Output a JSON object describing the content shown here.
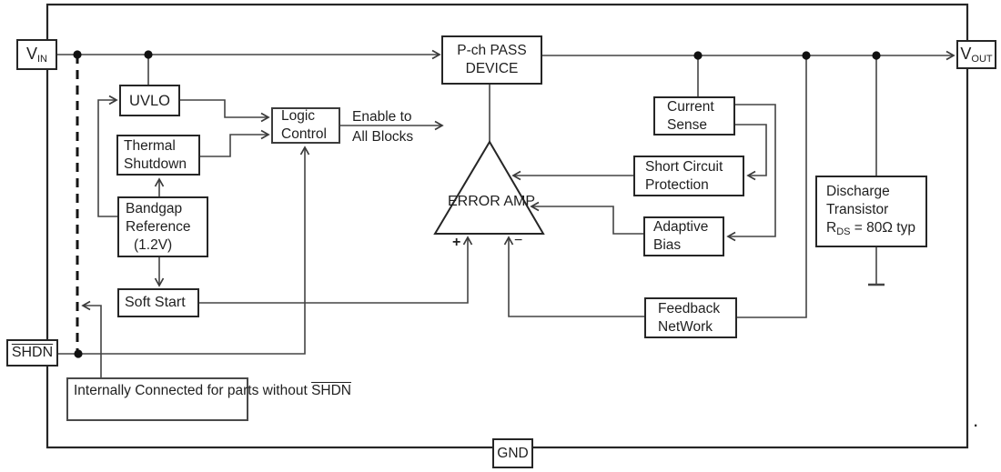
{
  "pins": {
    "vin": {
      "main": "V",
      "sub": "IN"
    },
    "vout": {
      "main": "V",
      "sub": "OUT"
    },
    "shdn": {
      "label": "SHDN"
    },
    "gnd": {
      "label": "GND"
    }
  },
  "blocks": {
    "uvlo": {
      "label": "UVLO"
    },
    "thermal_shutdown": {
      "line1": "Thermal",
      "line2": "Shutdown"
    },
    "bandgap": {
      "line1": "Bandgap",
      "line2": "Reference",
      "line3": "(1.2V)"
    },
    "logic_control": {
      "line1": "Logic",
      "line2": "Control"
    },
    "soft_start": {
      "label": "Soft Start"
    },
    "pass_device": {
      "line1": "P-ch PASS",
      "line2": "DEVICE"
    },
    "error_amp": {
      "line1": "ERROR",
      "line2": "AMP",
      "plus": "+",
      "minus": "−"
    },
    "current_sense": {
      "line1": "Current",
      "line2": "Sense"
    },
    "short_circuit_protection": {
      "line1": "Short Circuit",
      "line2": "Protection"
    },
    "adaptive_bias": {
      "line1": "Adaptive",
      "line2": "Bias"
    },
    "discharge_transistor": {
      "line1": "Discharge",
      "line2": "Transistor",
      "r_prefix": "R",
      "r_sub": "DS",
      "r_suffix": " = 80Ω typ"
    },
    "feedback_network": {
      "line1": "Feedback",
      "line2": "NetWork"
    }
  },
  "annotations": {
    "enable": {
      "line1": "Enable to",
      "line2": "All Blocks"
    },
    "note": {
      "line1": "Internally Connected",
      "line2_prefix": "for parts without ",
      "line2_shdn": "SHDN"
    },
    "stray_dot": "."
  },
  "colors": {
    "background": "#ffffff",
    "line": "#444444",
    "box_border": "#262626",
    "text": "#1f1f1f"
  }
}
